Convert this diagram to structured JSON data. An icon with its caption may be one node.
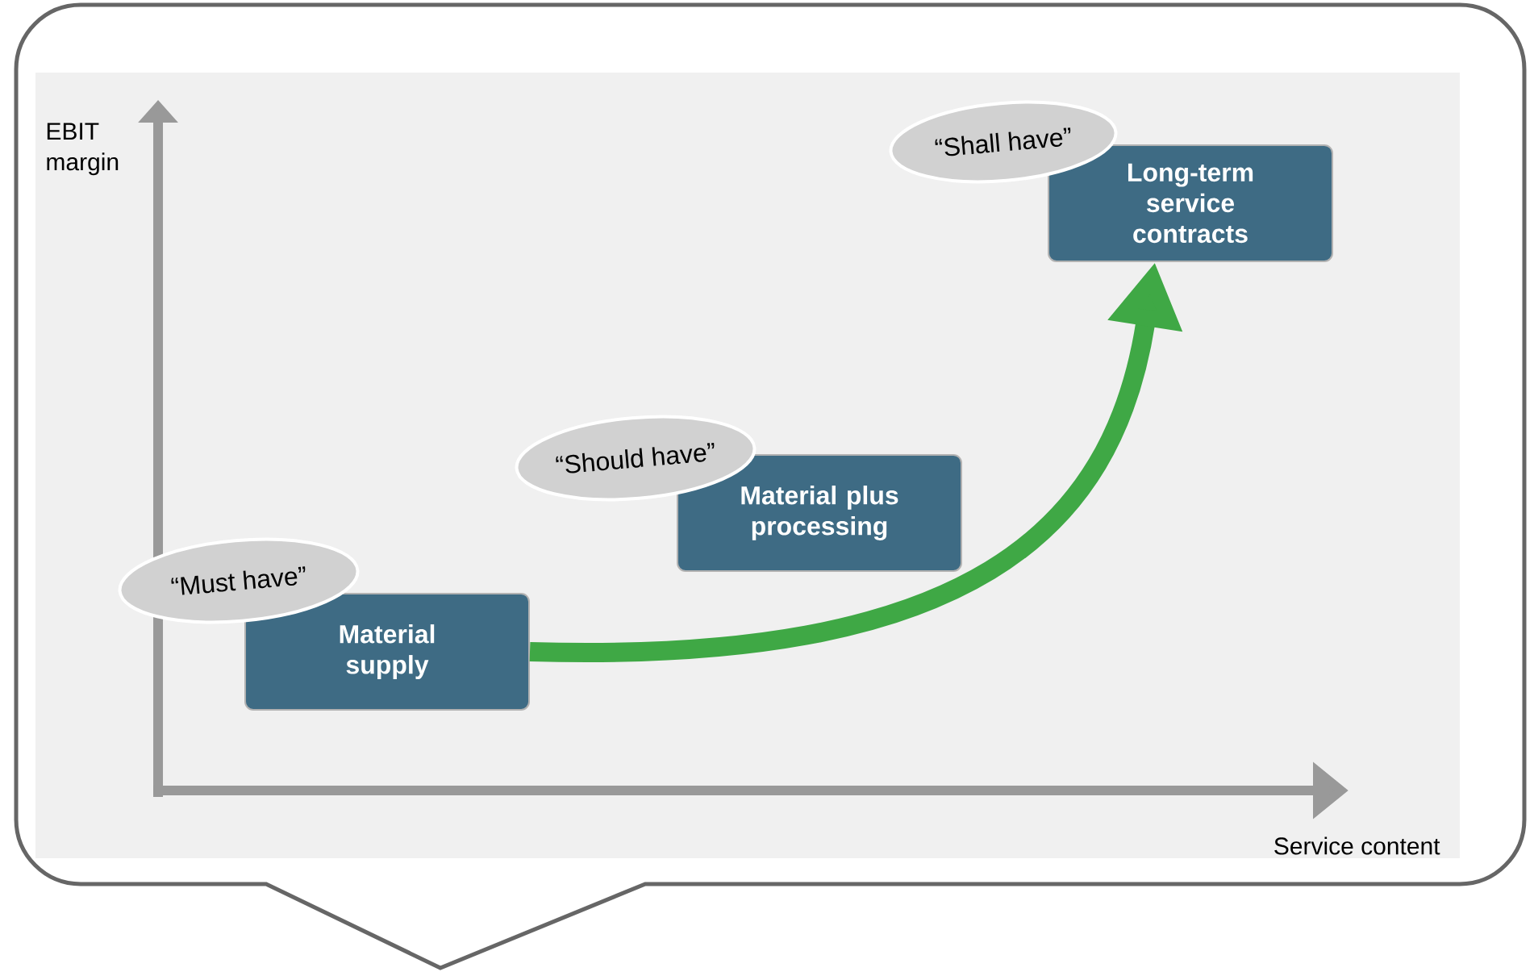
{
  "diagram": {
    "nodes": [
      {
        "text": [
          "Material supply"
        ]
      },
      {
        "text": [
          "Material plus processing"
        ]
      },
      {
        "text": [
          "Long-term service contracts"
        ]
      },
      {
        "text": [
          "“Must have”"
        ]
      },
      {
        "text": [
          "“Should have”"
        ]
      },
      {
        "text": [
          "“Shall have”"
        ]
      }
    ],
    "edges": [
      {
        "from": 0,
        "to": 2,
        "arrow": "to",
        "color": "#3fa845"
      }
    ],
    "labels": [
      "EBIT margin",
      "Service content"
    ]
  }
}
